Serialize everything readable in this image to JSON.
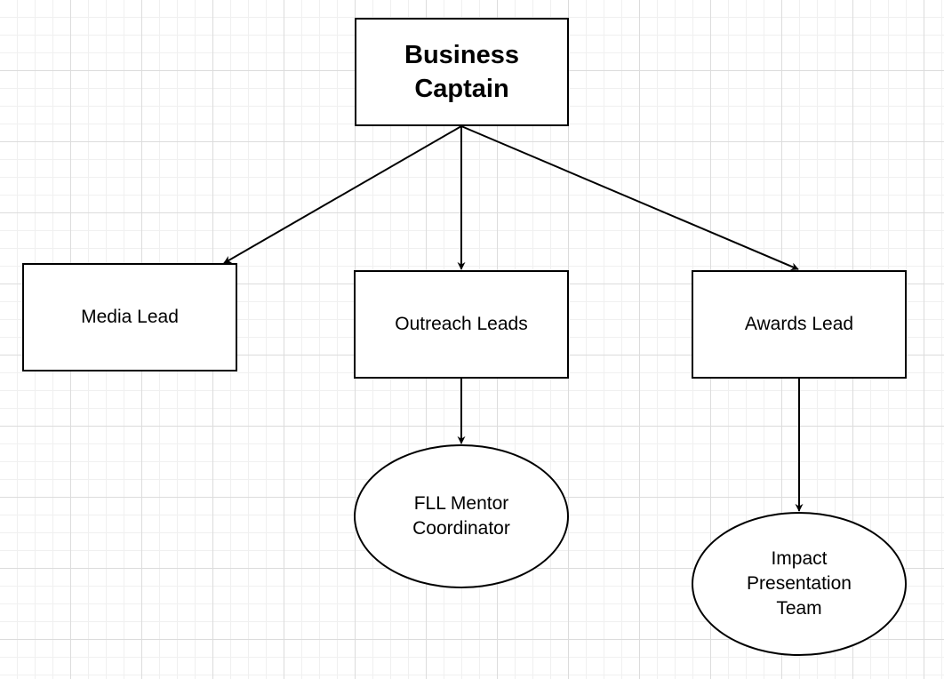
{
  "diagram": {
    "nodes": [
      {
        "id": "captain",
        "label": "Business\nCaptain",
        "shape": "rectangle",
        "bold": true
      },
      {
        "id": "media",
        "label": "Media Lead",
        "shape": "rectangle",
        "bold": false
      },
      {
        "id": "outreach",
        "label": "Outreach Leads",
        "shape": "rectangle",
        "bold": false
      },
      {
        "id": "awards",
        "label": "Awards Lead",
        "shape": "rectangle",
        "bold": false
      },
      {
        "id": "fll",
        "label": "FLL Mentor\nCoordinator",
        "shape": "ellipse",
        "bold": false
      },
      {
        "id": "impact",
        "label": "Impact\nPresentation\nTeam",
        "shape": "ellipse",
        "bold": false
      }
    ],
    "edges": [
      {
        "from": "captain",
        "to": "media"
      },
      {
        "from": "captain",
        "to": "outreach"
      },
      {
        "from": "captain",
        "to": "awards"
      },
      {
        "from": "outreach",
        "to": "fll"
      },
      {
        "from": "awards",
        "to": "impact"
      }
    ],
    "style": {
      "stroke_color": "#000000",
      "fill_color": "#ffffff",
      "grid_color": "#dcdcdc",
      "background": "#ffffff"
    }
  }
}
